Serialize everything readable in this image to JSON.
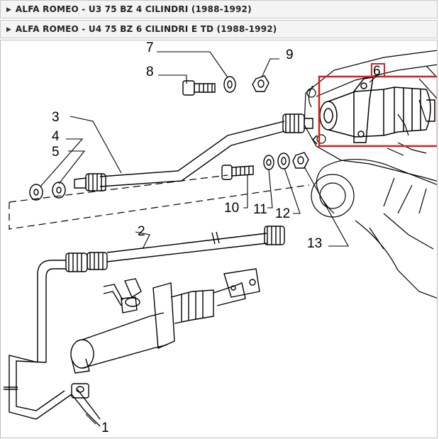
{
  "breadcrumbs": [
    {
      "label": "ALFA ROMEO - U3 75 BZ 4 CILINDRI (1988-1992)"
    },
    {
      "label": "ALFA ROMEO - U4 75 BZ 6 CILINDRI E TD (1988-1992)"
    }
  ],
  "diagram": {
    "callouts": [
      "1",
      "2",
      "3",
      "4",
      "5",
      "6",
      "7",
      "8",
      "9",
      "10",
      "11",
      "12",
      "13"
    ],
    "highlighted_part": "6",
    "highlight_color": "#d32020"
  }
}
